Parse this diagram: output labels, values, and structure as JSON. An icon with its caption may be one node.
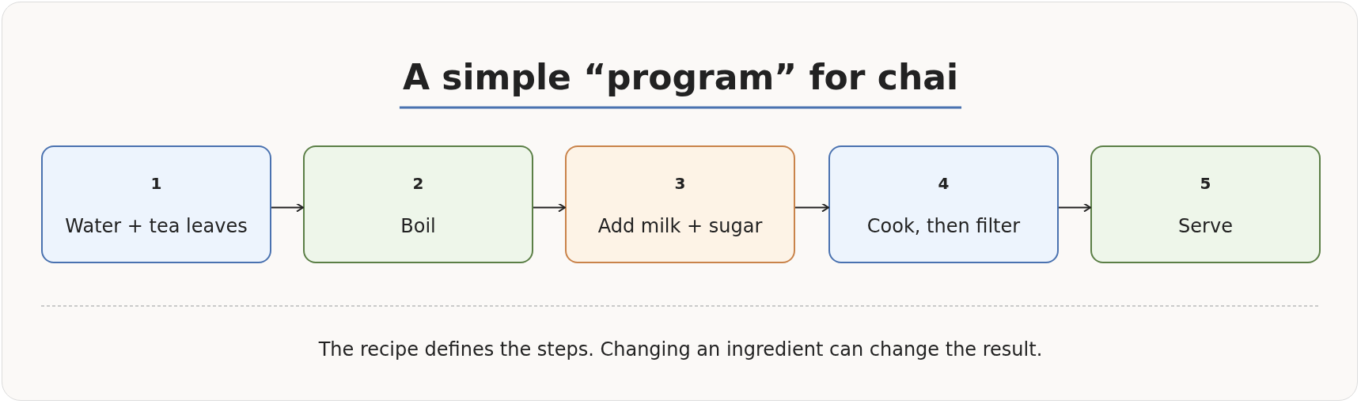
{
  "diagram": {
    "title": "A simple “program” for chai",
    "nodes": [
      {
        "text": [
          "1",
          "Water + tea leaves"
        ]
      },
      {
        "text": [
          "2",
          "Boil"
        ]
      },
      {
        "text": [
          "3",
          "Add milk + sugar"
        ]
      },
      {
        "text": [
          "4",
          "Cook, then filter"
        ]
      },
      {
        "text": [
          "5",
          "Serve"
        ]
      }
    ],
    "edges": [
      {
        "from": 0,
        "to": 1,
        "arrow": "to"
      },
      {
        "from": 1,
        "to": 2,
        "arrow": "to"
      },
      {
        "from": 2,
        "to": 3,
        "arrow": "to"
      },
      {
        "from": 3,
        "to": 4,
        "arrow": "to"
      }
    ],
    "caption": "The recipe defines the steps. Changing an ingredient can change the result."
  }
}
